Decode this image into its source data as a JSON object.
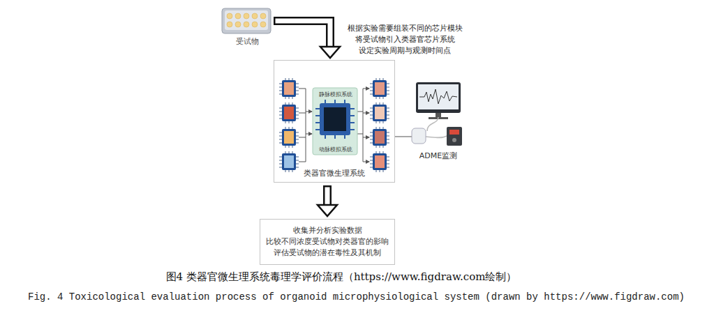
{
  "diagram": {
    "caption": "图4 类器官微生理系统毒理学评价流程（https://www.figdraw.com绘制）",
    "nodes": [
      {
        "text": [
          "受试物"
        ]
      },
      {
        "text": [
          "类器官微生理系统"
        ]
      },
      {
        "text": [
          "静脉模拟系统",
          "动脉模拟系统"
        ],
        "in": 1
      },
      {
        "text": [
          "ADME监测"
        ]
      },
      {
        "text": [
          "收集并分析实验数据",
          "比较不同浓度受试物对类器官的影响",
          "评估受试物的潜在毒性及其机制"
        ]
      }
    ],
    "edges": [
      {
        "from": 0,
        "to": 1,
        "arrow": "to"
      },
      {
        "from": 1,
        "to": 4,
        "arrow": "to"
      },
      {
        "from": 1,
        "to": 3,
        "arrow": "none"
      }
    ],
    "labels": [
      "根据实验需要组装不同的芯片模块",
      "将受试物引入类器官芯片系统",
      "设定实验周期与观测时间点",
      "Fig. 4 Toxicological evaluation process of organoid microphysiological system (drawn by https://www.figdraw.com)"
    ]
  }
}
